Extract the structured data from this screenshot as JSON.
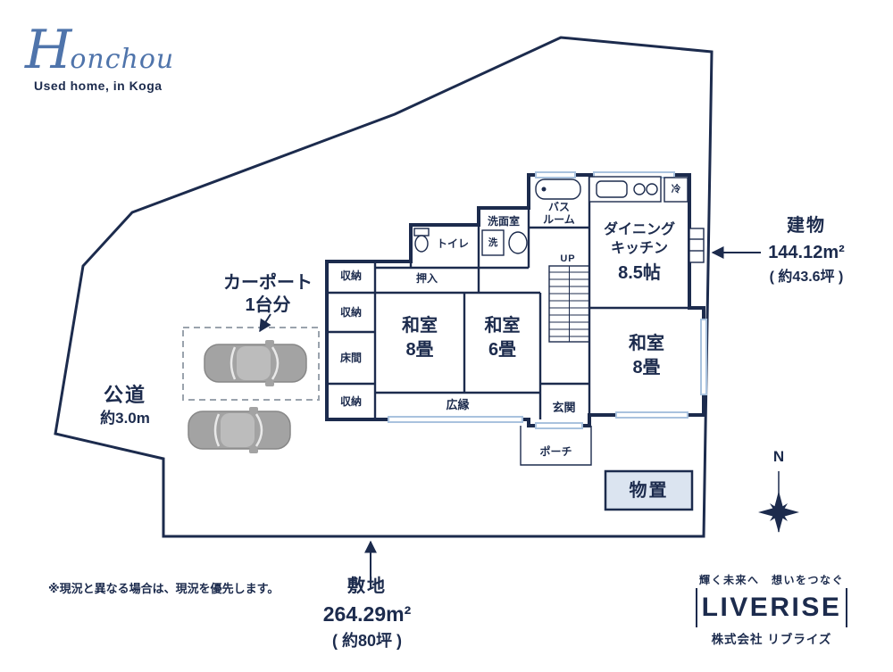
{
  "branding": {
    "logo_initial": "H",
    "logo_rest": "onchou",
    "subtitle": "Used home, in Koga"
  },
  "site": {
    "road": {
      "line1": "公道",
      "line2": "約3.0m"
    },
    "carport": {
      "line1": "カーポート",
      "line2": "1台分"
    },
    "building": {
      "title": "建物",
      "area": "144.12m²",
      "tsubo": "( 約43.6坪 )"
    },
    "land": {
      "title": "敷地",
      "area": "264.29m²",
      "tsubo": "( 約80坪 )"
    },
    "shed": "物置",
    "compass_north": "N"
  },
  "rooms": {
    "bath_line1": "バス",
    "bath_line2": "ルーム",
    "washroom": "洗面室",
    "washer": "洗",
    "fridge": "冷",
    "toilet": "トイレ",
    "oshiire": "押入",
    "storage_a": "収納",
    "storage_b": "収納",
    "storage_c": "収納",
    "tokonoma": "床間",
    "tatami8_left": {
      "name": "和室",
      "size": "8畳"
    },
    "tatami6": {
      "name": "和室",
      "size": "6畳"
    },
    "tatami8_right": {
      "name": "和室",
      "size": "8畳"
    },
    "dk": {
      "line1": "ダイニング",
      "line2": "キッチン",
      "size": "8.5帖"
    },
    "veranda": "広縁",
    "entrance": "玄関",
    "porch": "ポーチ",
    "stairs": "UP"
  },
  "notes": {
    "disclaimer": "※現況と異なる場合は、現況を優先します。"
  },
  "footer": {
    "tagline": "輝く未来へ　想いをつなぐ",
    "wordmark": "LIVERISE",
    "company": "株式会社 リブライズ"
  },
  "colors": {
    "navy": "#1c2b4d",
    "logo-blue": "#4f74ab",
    "window-blue": "#a9c2de",
    "shed-fill": "#dbe4f0",
    "car-gray": "#a3a3a3"
  }
}
